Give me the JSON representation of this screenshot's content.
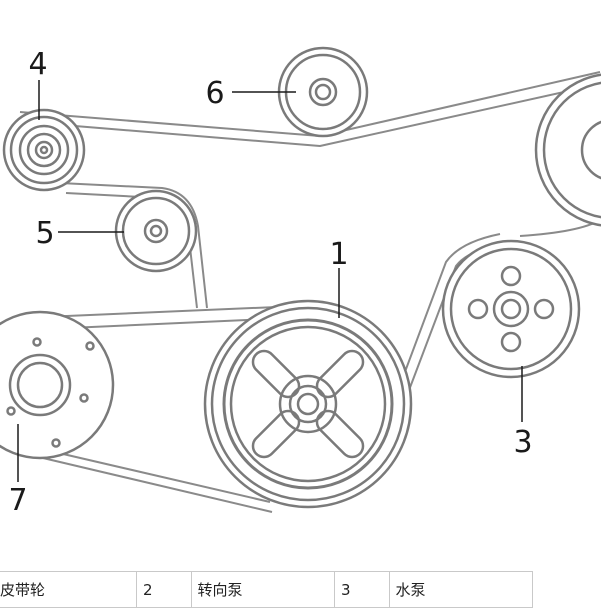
{
  "callouts": [
    "1",
    "3",
    "4",
    "5",
    "6",
    "7"
  ],
  "legend": [
    {
      "number": "",
      "name": "皮带轮"
    },
    {
      "number": "2",
      "name": "转向泵"
    },
    {
      "number": "3",
      "name": "水泵"
    }
  ]
}
